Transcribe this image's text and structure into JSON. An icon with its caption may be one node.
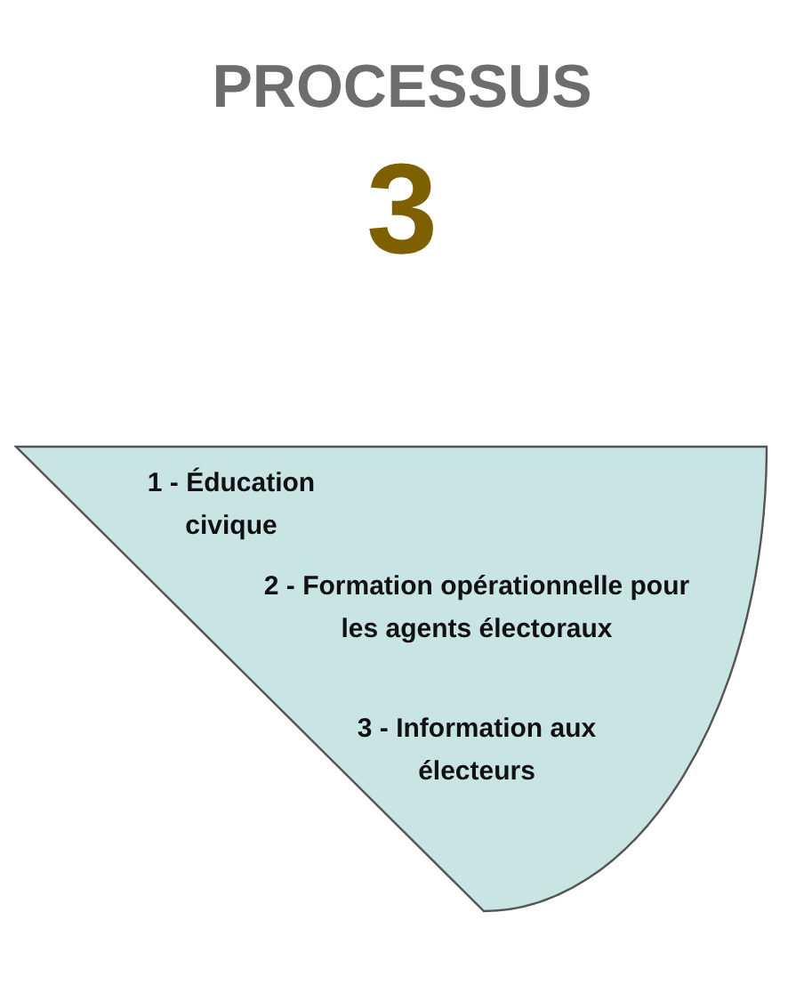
{
  "diagram": {
    "title": "PROCESSUS",
    "labels": [
      "3"
    ],
    "nodes": [
      {
        "text": [
          "1 - Éducation civique",
          "2 - Formation opérationnelle pour les agents électoraux",
          "3 - Information aux électeurs"
        ]
      }
    ]
  }
}
